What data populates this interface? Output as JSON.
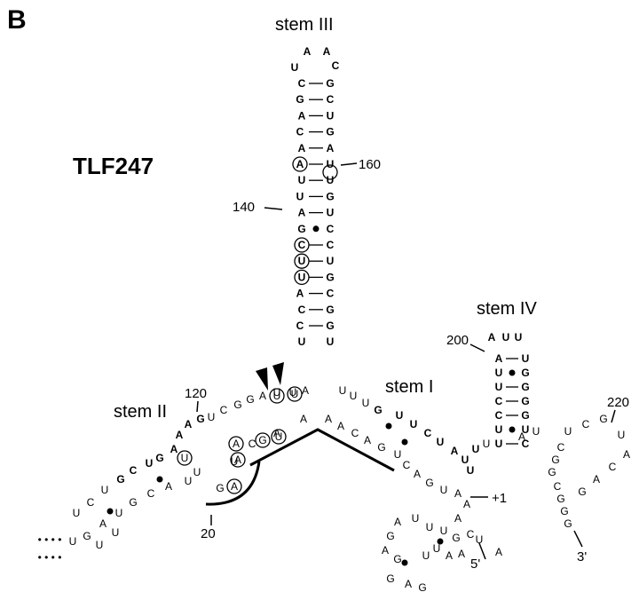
{
  "figure": {
    "panel_letter": "B",
    "construct_name": "TLF247",
    "stem_labels": {
      "stem1": "stem I",
      "stem2": "stem II",
      "stem3": "stem III",
      "stem4": "stem IV"
    },
    "position_labels": {
      "p20": "20",
      "p120": "120",
      "p140": "140",
      "p160": "160",
      "p200": "200",
      "p220": "220",
      "plus1": "+1",
      "five_prime": "5'",
      "three_prime": "3'"
    }
  },
  "stem3": {
    "loop": [
      "A",
      "A",
      "U",
      "C"
    ],
    "left": [
      "C",
      "G",
      "A",
      "C",
      "A",
      "A",
      "U",
      "U",
      "A",
      "G",
      "C",
      "U",
      "U",
      "A",
      "C",
      "C",
      "U"
    ],
    "right": [
      "G",
      "C",
      "U",
      "G",
      "A",
      "U",
      "U",
      "G",
      "U",
      "C",
      "C",
      "U",
      "G",
      "C",
      "G",
      "G",
      "U"
    ]
  },
  "stem4": {
    "loop": [
      "A",
      "U",
      "U"
    ],
    "left": [
      "A",
      "U",
      "U",
      "C",
      "C",
      "U",
      "U"
    ],
    "right": [
      "U",
      "G",
      "G",
      "G",
      "G",
      "U",
      "C"
    ]
  }
}
